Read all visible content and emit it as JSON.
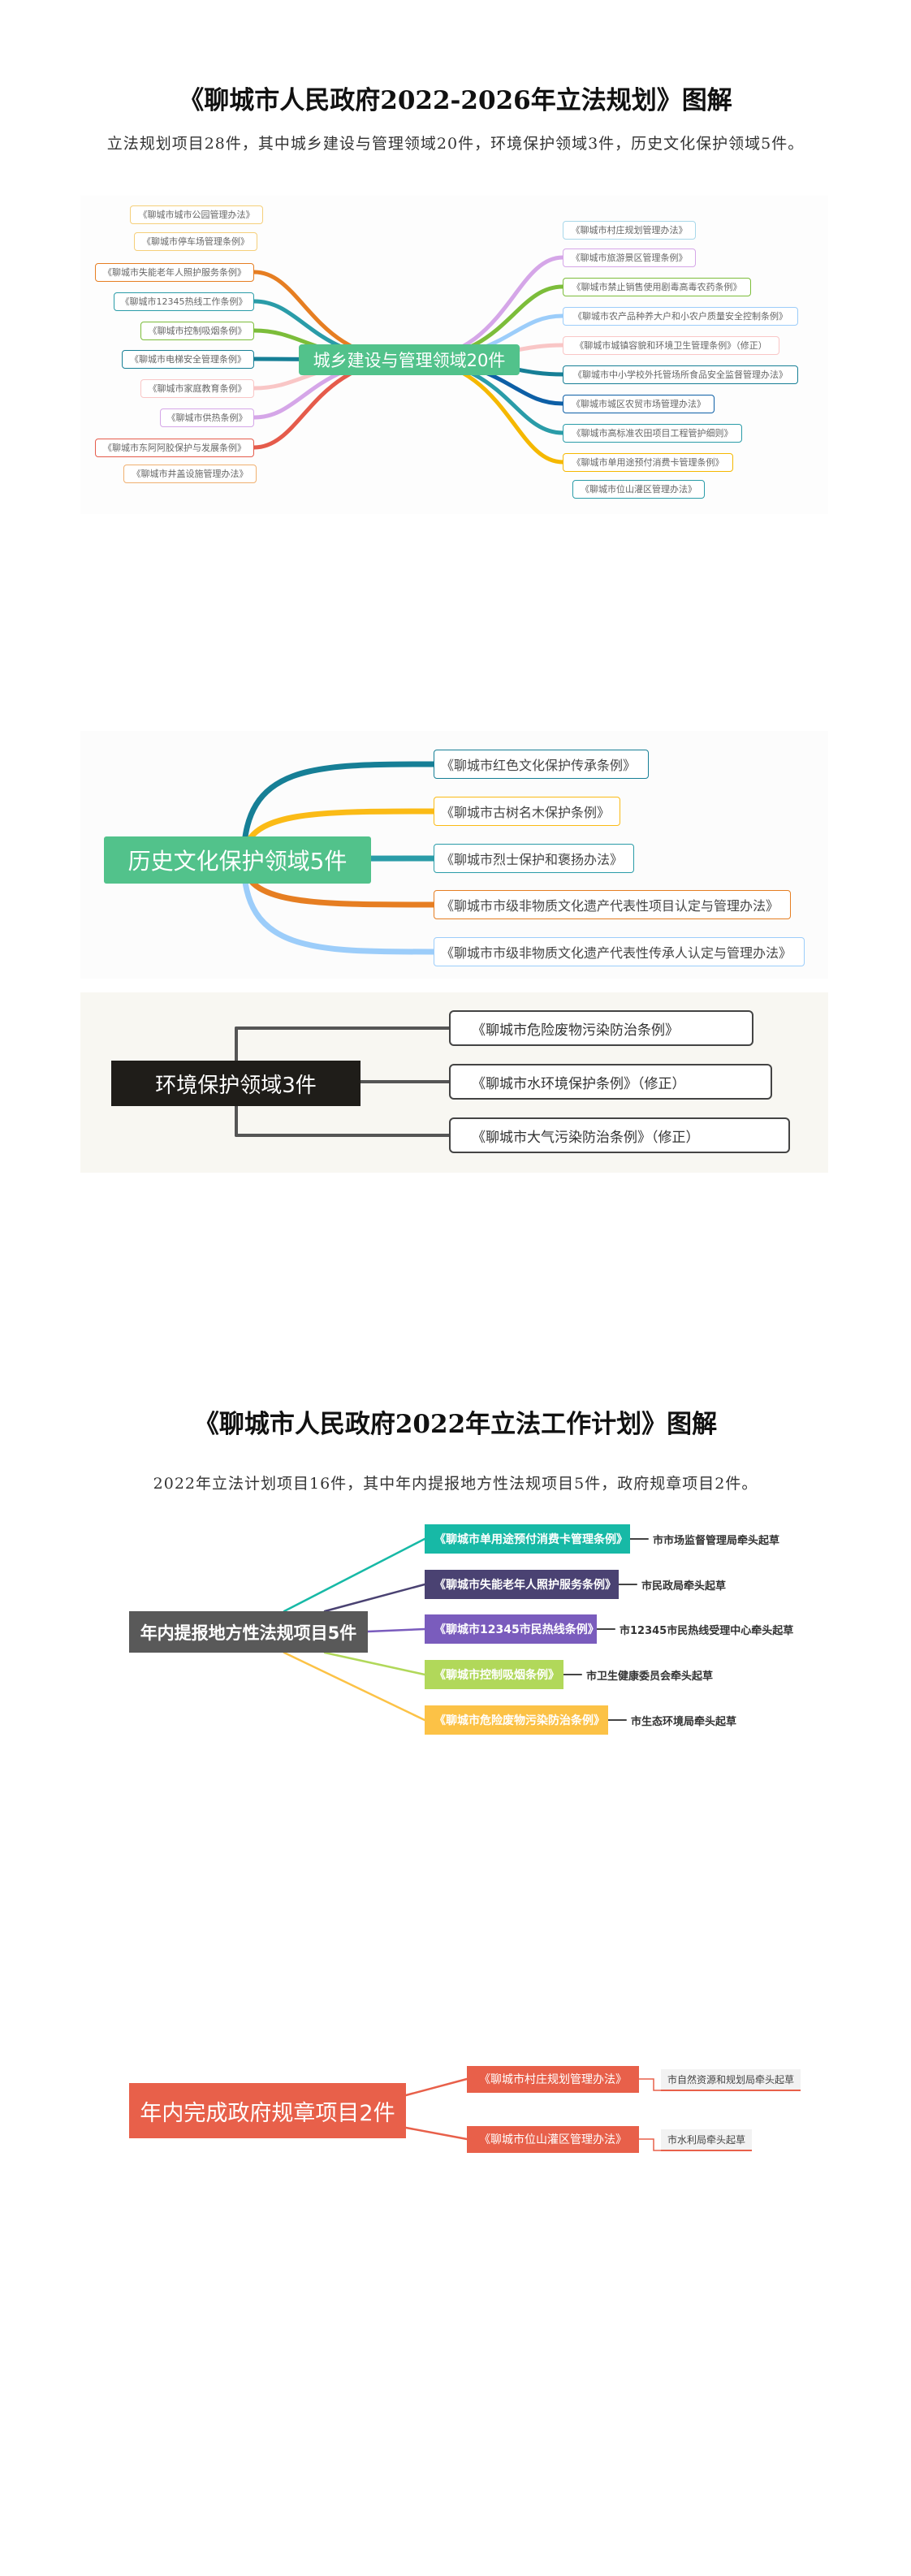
{
  "section1": {
    "title": "《聊城市人民政府2022-2026年立法规划》图解",
    "subtitle": "立法规划项目28件，其中城乡建设与管理领域20件，环境保护领域3件，历史文化保护领域5件。"
  },
  "map_urban": {
    "center": "城乡建设与管理领域20件",
    "center_color": "#52c28b",
    "left": [
      {
        "label": "《聊城市城市公园管理办法》",
        "color": "#f5cf7a",
        "linked": false
      },
      {
        "label": "《聊城市停车场管理条例》",
        "color": "#f5cf7a",
        "linked": false
      },
      {
        "label": "《聊城市失能老年人照护服务条例》",
        "color": "#e67e22",
        "linked": true
      },
      {
        "label": "《聊城市12345热线工作条例》",
        "color": "#2a9ca8",
        "linked": true
      },
      {
        "label": "《聊城市控制吸烟条例》",
        "color": "#7cbd3a",
        "linked": true
      },
      {
        "label": "《聊城市电梯安全管理条例》",
        "color": "#167f96",
        "linked": true
      },
      {
        "label": "《聊城市家庭教育条例》",
        "color": "#f9c6c6",
        "linked": true
      },
      {
        "label": "《聊城市供热条例》",
        "color": "#d5a6e8",
        "linked": true
      },
      {
        "label": "《聊城市东阿阿胶保护与发展条例》",
        "color": "#e55b4b",
        "linked": true
      },
      {
        "label": "《聊城市井盖设施管理办法》",
        "color": "#f0b070",
        "linked": false
      }
    ],
    "right": [
      {
        "label": "《聊城市村庄规划管理办法》",
        "color": "#a8d8ea",
        "linked": false
      },
      {
        "label": "《聊城市旅游景区管理条例》",
        "color": "#d5a6e8",
        "linked": true
      },
      {
        "label": "《聊城市禁止销售使用剧毒高毒农药条例》",
        "color": "#7cbd3a",
        "linked": true
      },
      {
        "label": "《聊城市农产品种养大户和小农户质量安全控制条例》",
        "color": "#9ccdfa",
        "linked": true
      },
      {
        "label": "《聊城市城镇容貌和环境卫生管理条例》（修正）",
        "color": "#f9c6c6",
        "linked": true
      },
      {
        "label": "《聊城市中小学校外托管场所食品安全监督管理办法》",
        "color": "#167f96",
        "linked": true
      },
      {
        "label": "《聊城市城区农贸市场管理办法》",
        "color": "#0d5fa6",
        "linked": true
      },
      {
        "label": "《聊城市高标准农田项目工程管护细则》",
        "color": "#2a9ca8",
        "linked": true
      },
      {
        "label": "《聊城市单用途预付消费卡管理条例》",
        "color": "#f5b800",
        "linked": true
      },
      {
        "label": "《聊城市位山灌区管理办法》",
        "color": "#2a9ca8",
        "linked": false
      }
    ]
  },
  "map_history": {
    "center": "历史文化保护领域5件",
    "center_color": "#52c28b",
    "items": [
      {
        "label": "《聊城市红色文化保护传承条例》",
        "color": "#167f96"
      },
      {
        "label": "《聊城市古树名木保护条例》",
        "color": "#fbbb16"
      },
      {
        "label": "《聊城市烈士保护和褒扬办法》",
        "color": "#2a9ca8"
      },
      {
        "label": "《聊城市市级非物质文化遗产代表性项目认定与管理办法》",
        "color": "#e67e22"
      },
      {
        "label": "《聊城市市级非物质文化遗产代表性传承人认定与管理办法》",
        "color": "#9ccdfa"
      }
    ]
  },
  "map_env": {
    "center": "环境保护领域3件",
    "center_color": "#1f1d19",
    "items": [
      {
        "label": "《聊城市危险废物污染防治条例》"
      },
      {
        "label": "《聊城市水环境保护条例》（修正）"
      },
      {
        "label": "《聊城市大气污染防治条例》（修正）"
      }
    ]
  },
  "section2": {
    "title": "《聊城市人民政府2022年立法工作计划》图解",
    "subtitle": "2022年立法计划项目16件，其中年内提报地方性法规项目5件，政府规章项目2件。"
  },
  "map_regulations": {
    "center": "年内提报地方性法规项目5件",
    "center_color": "#595959",
    "items": [
      {
        "label": "《聊城市单用途预付消费卡管理条例》",
        "lead": "市市场监督管理局牵头起草",
        "color": "#17b9a6"
      },
      {
        "label": "《聊城市失能老年人照护服务条例》",
        "lead": "市民政局牵头起草",
        "color": "#4a4272"
      },
      {
        "label": "《聊城市12345市民热线条例》",
        "lead": "市12345市民热线受理中心牵头起草",
        "color": "#7a5cbd"
      },
      {
        "label": "《聊城市控制吸烟条例》",
        "lead": "市卫生健康委员会牵头起草",
        "color": "#b1d85a"
      },
      {
        "label": "《聊城市危险废物污染防治条例》",
        "lead": "市生态环境局牵头起草",
        "color": "#fcc246"
      }
    ]
  },
  "map_rules": {
    "center": "年内完成政府规章项目2件",
    "center_color": "#e8604a",
    "items": [
      {
        "label": "《聊城市村庄规划管理办法》",
        "lead": "市自然资源和规划局牵头起草"
      },
      {
        "label": "《聊城市位山灌区管理办法》",
        "lead": "市水利局牵头起草"
      }
    ]
  }
}
